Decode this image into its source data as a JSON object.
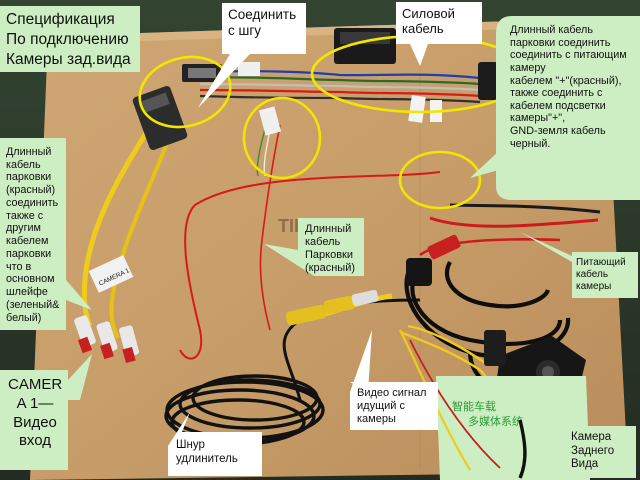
{
  "labels": {
    "title": "Спецификация\nПо подключению\nКамеры зад.вида",
    "connect": "Соединить\nс шгу",
    "power": "Силовой\nкабель",
    "long_cable": "Длинный кабель\nпарковки соединить\nсоединить с питающим\nкамеру\nкабелем \"+\"(красный),\nтакже соединить с\nкабелем подсветки\nкамеры\"+\",\nGND-земля кабель\nчерный.",
    "left_cable": "Длинный\nкабель\nпарковки\n(красный)\nсоединить\nтакже с\nдругим\nкабелем\nпарковки\nчто в\nосновном\nшлейфе\n(зеленый&\nбелый)",
    "parking": "Длинный\nкабель\nПарковки\n(красный)",
    "power_camera": "Питающий\nкабель\nкамеры",
    "camera1": "CAMER\nA 1—\nВидео\nвход",
    "video": "Видео сигнал\nидущий  с\nкамеры",
    "extender": "Шнур\nудлинитель",
    "rear_camera": "Камера\nЗаднего\nВида"
  },
  "board_print": {
    "brand": "TIIDA",
    "plug_label": "CAMERA 1",
    "box_text": "智能车载\n多媒体系统"
  },
  "colors": {
    "cardboard": "#c9a06f",
    "highlight_ring": "#f2e600",
    "callout_white": "#ffffff",
    "callout_green": "#cdeec2",
    "wire_red": "#d61a1a",
    "wire_yellow": "#f0cc1a",
    "wire_black": "#141414"
  }
}
